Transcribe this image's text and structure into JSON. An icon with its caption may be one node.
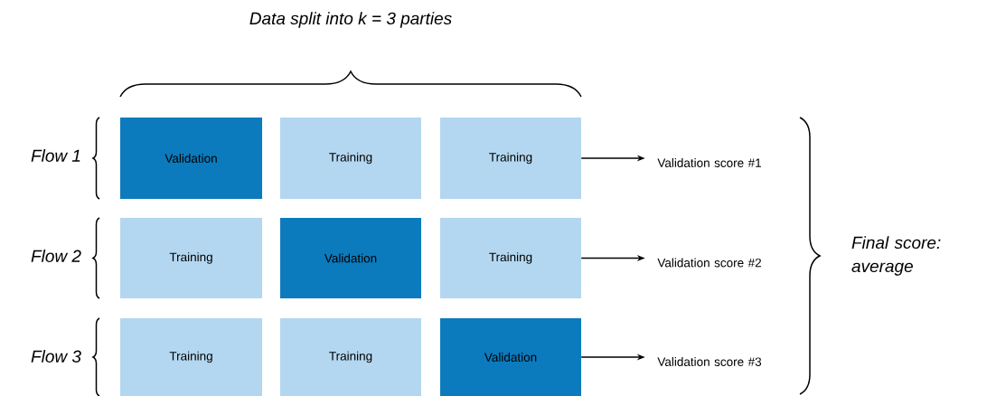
{
  "diagram": {
    "nodes": [
      {
        "text": [
          "Validation"
        ]
      },
      {
        "text": [
          "Training"
        ]
      },
      {
        "text": [
          "Training"
        ]
      },
      {
        "text": [
          "Training"
        ]
      },
      {
        "text": [
          "Validation"
        ]
      },
      {
        "text": [
          "Training"
        ]
      },
      {
        "text": [
          "Training"
        ]
      },
      {
        "text": [
          "Training"
        ]
      },
      {
        "text": [
          "Validation"
        ]
      },
      {
        "text": [
          "Validation score #1"
        ]
      },
      {
        "text": [
          "Validation score #2"
        ]
      },
      {
        "text": [
          "Validation score #3"
        ]
      }
    ],
    "edges": [
      {
        "from": 2,
        "to": 9,
        "arrow": "to"
      },
      {
        "from": 5,
        "to": 10,
        "arrow": "to"
      },
      {
        "from": 8,
        "to": 11,
        "arrow": "to"
      }
    ],
    "labels": [
      "Data split into k = 3 parties",
      "Flow 1",
      "Flow 2",
      "Flow 3",
      "Final score: average"
    ]
  }
}
